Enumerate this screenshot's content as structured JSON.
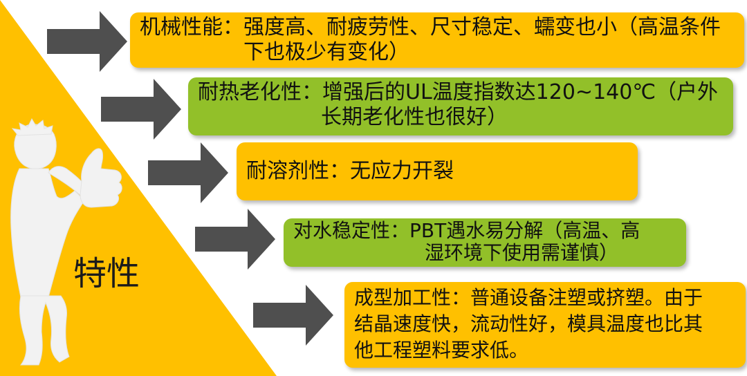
{
  "colors": {
    "background": "#ffffff",
    "triangle": "#ffc000",
    "orange_box": "#ffc000",
    "green_box": "#92c029",
    "arrow": "#4f4f4f",
    "figure": "#f2f2f2"
  },
  "icons": {
    "figure": "thumbs-up-person-silhouette",
    "arrow": "right-arrow"
  },
  "title": "特性",
  "items": [
    {
      "color": "orange",
      "lines": [
        "机械性能：强度高、耐疲劳性、尺寸稳定、蠕变也小（高温条件",
        "下也极少有变化）"
      ]
    },
    {
      "color": "green",
      "lines": [
        "耐热老化性：增强后的UL温度指数达120~140℃（户外",
        "长期老化性也很好）"
      ]
    },
    {
      "color": "orange",
      "lines": [
        "耐溶剂性：无应力开裂"
      ]
    },
    {
      "color": "green",
      "lines": [
        "对水稳定性：PBT遇水易分解（高温、高",
        "湿环境下使用需谨慎）"
      ]
    },
    {
      "color": "orange",
      "lines": [
        "成型加工性：普通设备注塑或挤塑。由于",
        "结晶速度快，流动性好，模具温度也比其",
        "他工程塑料要求低。"
      ]
    }
  ]
}
